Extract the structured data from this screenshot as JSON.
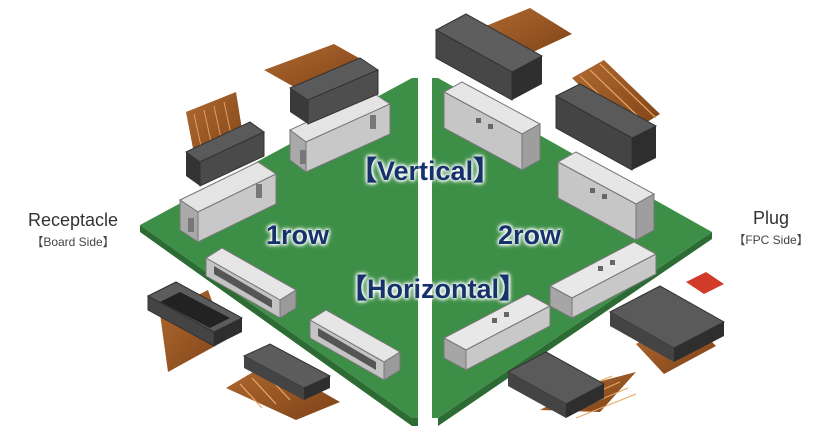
{
  "labels": {
    "receptacle_title": "Receptacle",
    "receptacle_subtitle": "【Board Side】",
    "plug_title": "Plug",
    "plug_subtitle": "【FPC Side】",
    "vertical": "【Vertical】",
    "horizontal": "【Horizontal】",
    "one_row": "1row",
    "two_row": "2row"
  },
  "colors": {
    "board_green": "#3d8f47",
    "board_edge": "#2d6b34",
    "connector_grey": "#b8b8b8",
    "connector_dark": "#4b4b4b",
    "fpc_brown": "#9b5523",
    "label_navy": "#15326b"
  }
}
